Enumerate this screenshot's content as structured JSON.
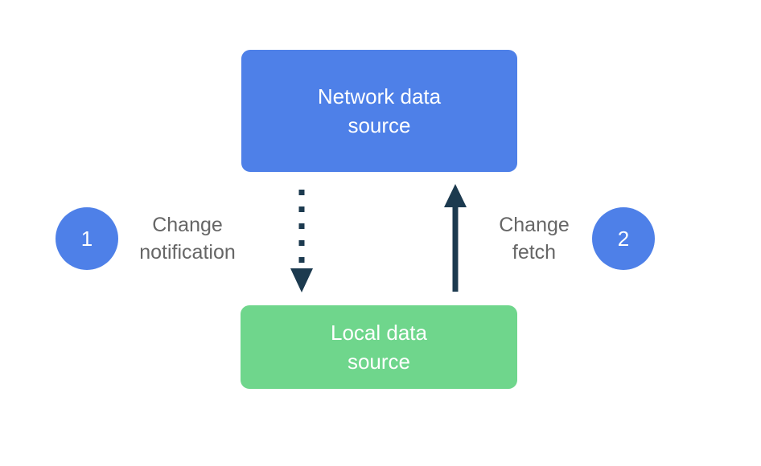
{
  "diagram": {
    "nodes": {
      "network": {
        "label": "Network data\nsource"
      },
      "local": {
        "label": "Local data\nsource"
      }
    },
    "steps": {
      "notification": {
        "number": "1",
        "label": "Change\nnotification"
      },
      "fetch": {
        "number": "2",
        "label": "Change\nfetch"
      }
    },
    "edges": {
      "change_notification": {
        "from": "Network data source",
        "to": "Local data source",
        "style": "dotted"
      },
      "change_fetch": {
        "from": "Local data source",
        "to": "Network data source",
        "style": "solid"
      }
    }
  },
  "colors": {
    "node_network_blue": "#4e80e8",
    "node_local_green": "#6fd68c",
    "badge_blue": "#4e80e8",
    "arrow_navy": "#1c3a4f",
    "label_gray": "#666666",
    "node_text_white": "#ffffff"
  }
}
